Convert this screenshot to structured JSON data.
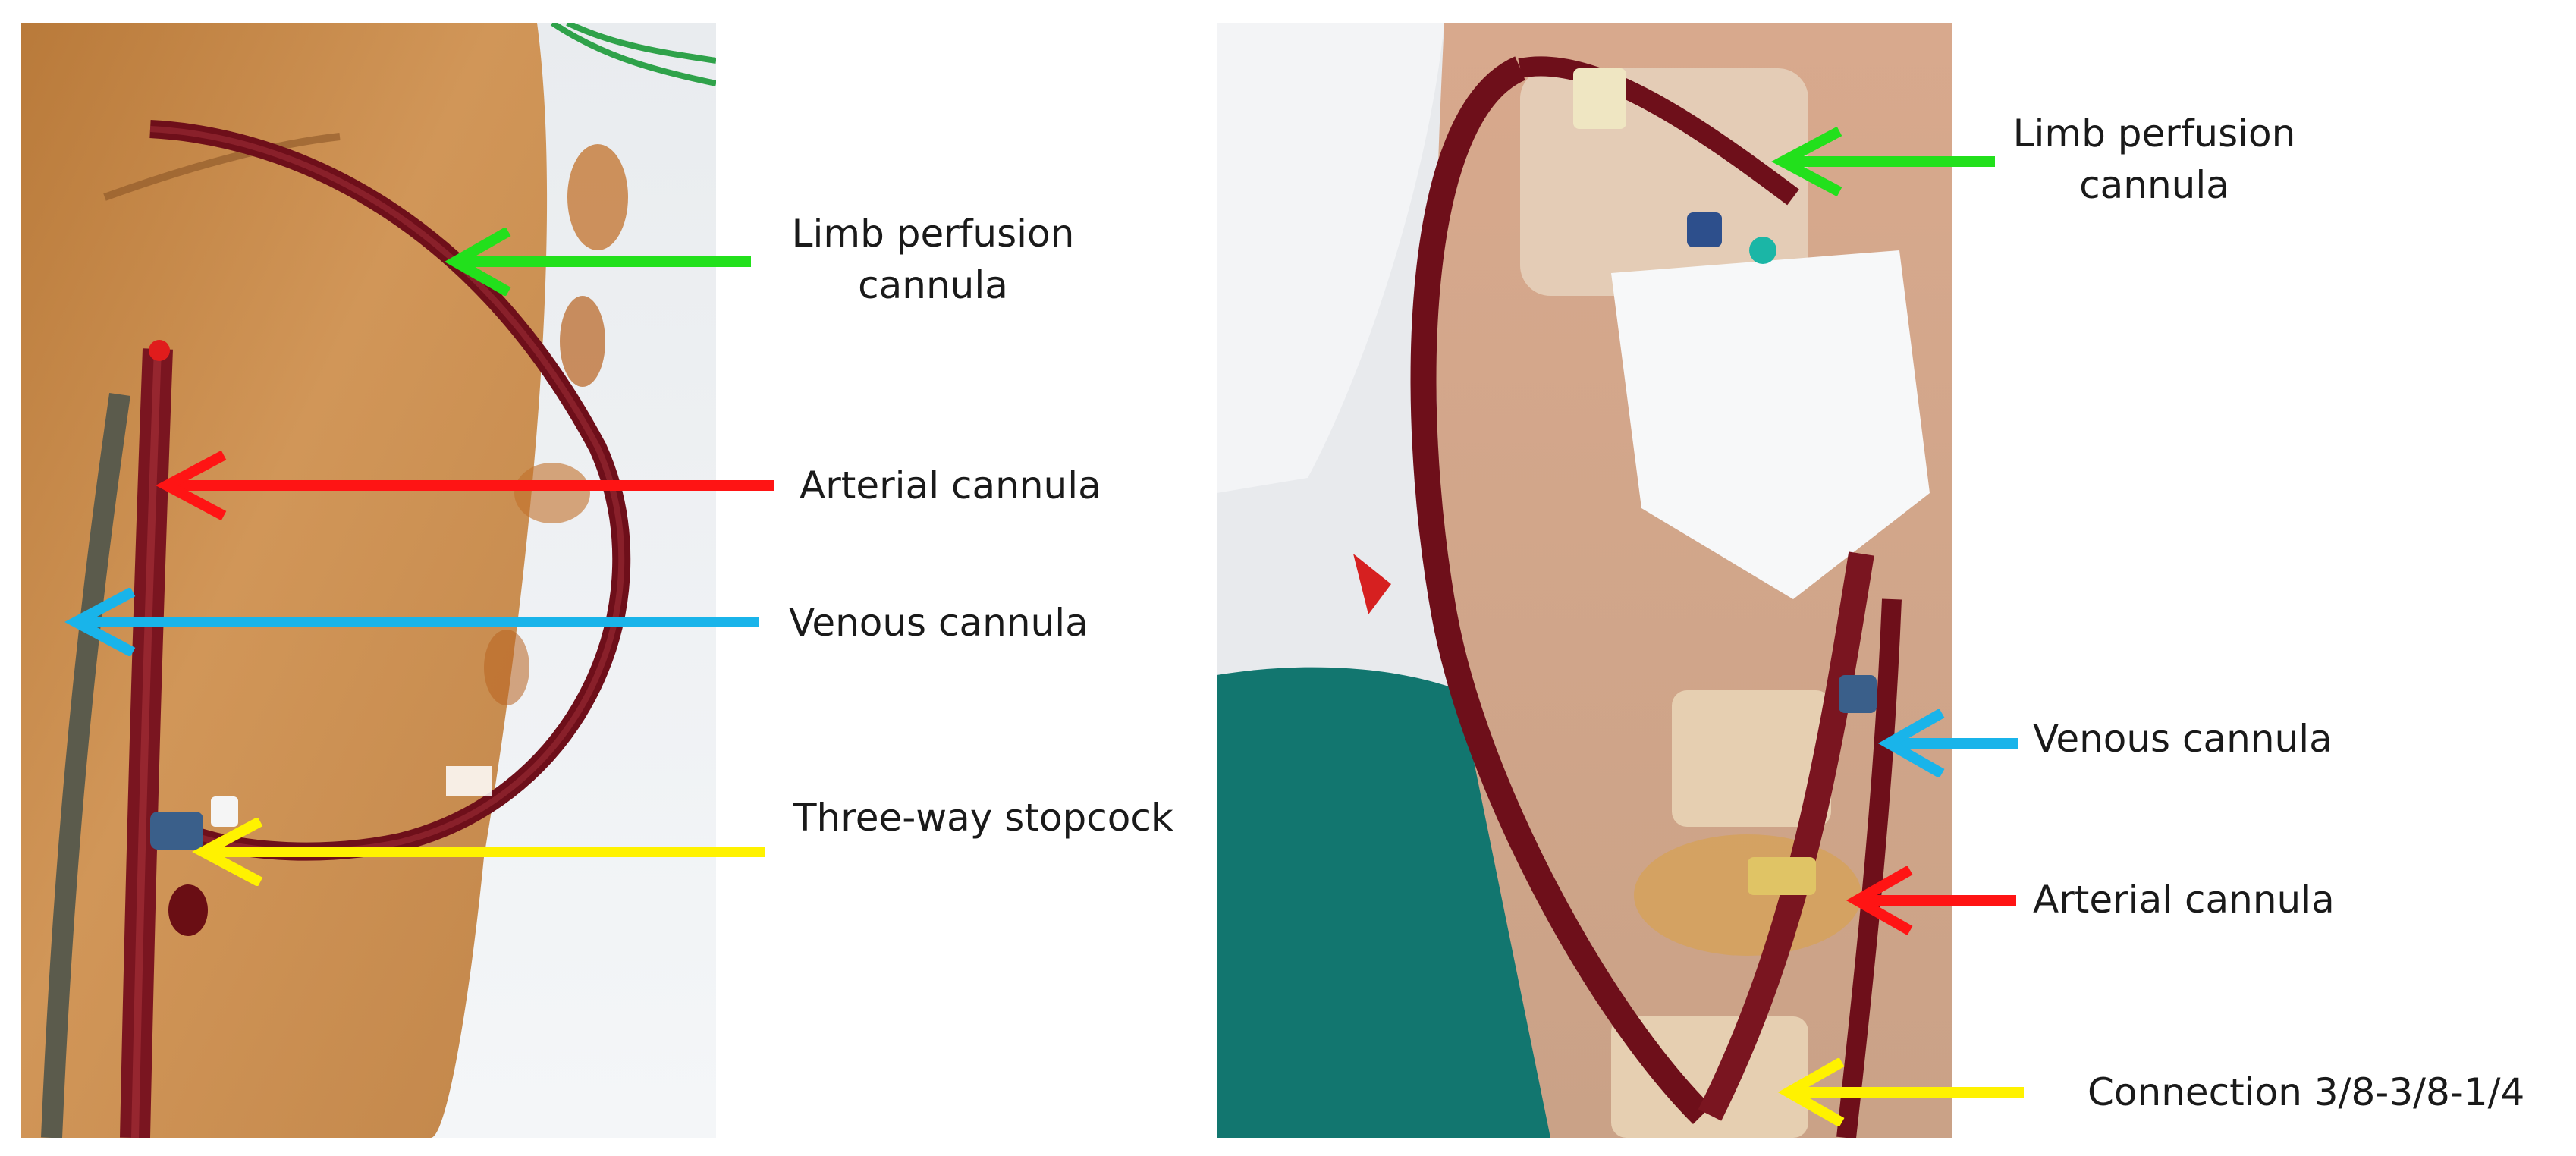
{
  "figure": {
    "left_panel": {
      "labels": {
        "limb_perfusion": [
          "Limb perfusion",
          "cannula"
        ],
        "arterial": "Arterial cannula",
        "venous": "Venous cannula",
        "stopcock": "Three-way stopcock"
      }
    },
    "right_panel": {
      "labels": {
        "limb_perfusion": [
          "Limb perfusion",
          "cannula"
        ],
        "venous": "Venous cannula",
        "arterial": "Arterial cannula",
        "connection": "Connection 3/8-3/8-1/4"
      }
    },
    "arrow_colors": {
      "limb_perfusion": "#22e01c",
      "arterial": "#ff1414",
      "venous": "#19b4ea",
      "connector": "#fff200"
    }
  }
}
